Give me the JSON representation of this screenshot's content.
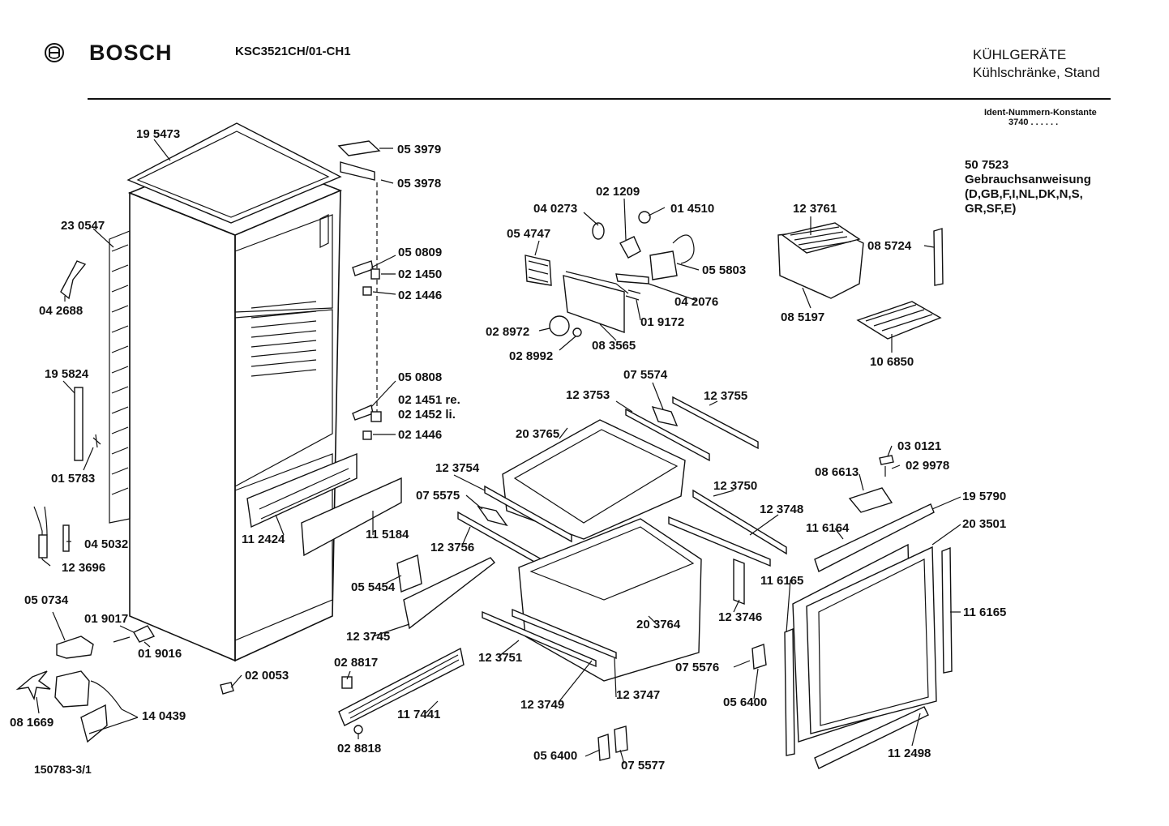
{
  "header": {
    "brand": "BOSCH",
    "model": "KSC3521CH/01-CH1",
    "category_line1": "KÜHLGERÄTE",
    "category_line2": "Kühlschränke, Stand",
    "ident_label": "Ident-Nummern-Konstante",
    "ident_value": "3740  . .  . . . ."
  },
  "manual": {
    "number": "50 7523",
    "title": "Gebrauchsanweisung",
    "languages_line1": "(D,GB,F,I,NL,DK,N,S,",
    "languages_line2": "GR,SF,E)"
  },
  "footer": {
    "drawing_number": "150783-3/1"
  },
  "parts": [
    {
      "id": "p195473",
      "label": "19 5473"
    },
    {
      "id": "p230547",
      "label": "23 0547"
    },
    {
      "id": "p042688",
      "label": "04 2688"
    },
    {
      "id": "p195824",
      "label": "19 5824"
    },
    {
      "id": "p015783",
      "label": "01 5783"
    },
    {
      "id": "p045032",
      "label": "04 5032"
    },
    {
      "id": "p123696",
      "label": "12 3696"
    },
    {
      "id": "p050734",
      "label": "05 0734"
    },
    {
      "id": "p019017",
      "label": "01 9017"
    },
    {
      "id": "p019016",
      "label": "01 9016"
    },
    {
      "id": "p081669",
      "label": "08 1669"
    },
    {
      "id": "p140439",
      "label": "14 0439"
    },
    {
      "id": "p020053",
      "label": "02 0053"
    },
    {
      "id": "p112424",
      "label": "11 2424"
    },
    {
      "id": "p115184",
      "label": "11 5184"
    },
    {
      "id": "p053979",
      "label": "05 3979"
    },
    {
      "id": "p053978",
      "label": "05 3978"
    },
    {
      "id": "p050809",
      "label": "05 0809"
    },
    {
      "id": "p021450",
      "label": "02 1450"
    },
    {
      "id": "p021446a",
      "label": "02 1446"
    },
    {
      "id": "p050808",
      "label": "05 0808"
    },
    {
      "id": "p021451",
      "label": "02 1451 re."
    },
    {
      "id": "p021452",
      "label": "02 1452 li."
    },
    {
      "id": "p021446b",
      "label": "02 1446"
    },
    {
      "id": "p040273",
      "label": "04 0273"
    },
    {
      "id": "p021209",
      "label": "02 1209"
    },
    {
      "id": "p014510",
      "label": "01 4510"
    },
    {
      "id": "p054747",
      "label": "05 4747"
    },
    {
      "id": "p055803",
      "label": "05 5803"
    },
    {
      "id": "p042076",
      "label": "04 2076"
    },
    {
      "id": "p019172",
      "label": "01 9172"
    },
    {
      "id": "p028972",
      "label": "02 8972"
    },
    {
      "id": "p028992",
      "label": "02 8992"
    },
    {
      "id": "p083565",
      "label": "08 3565"
    },
    {
      "id": "p123761",
      "label": "12 3761"
    },
    {
      "id": "p085724",
      "label": "08 5724"
    },
    {
      "id": "p085197",
      "label": "08 5197"
    },
    {
      "id": "p106850",
      "label": "10 6850"
    },
    {
      "id": "p075574",
      "label": "07 5574"
    },
    {
      "id": "p123753",
      "label": "12 3753"
    },
    {
      "id": "p123755",
      "label": "12 3755"
    },
    {
      "id": "p203765",
      "label": "20 3765"
    },
    {
      "id": "p123754",
      "label": "12 3754"
    },
    {
      "id": "p075575",
      "label": "07 5575"
    },
    {
      "id": "p123756",
      "label": "12 3756"
    },
    {
      "id": "p055454",
      "label": "05 5454"
    },
    {
      "id": "p123745",
      "label": "12 3745"
    },
    {
      "id": "p123750",
      "label": "12 3750"
    },
    {
      "id": "p123748",
      "label": "12 3748"
    },
    {
      "id": "p123746",
      "label": "12 3746"
    },
    {
      "id": "p203764",
      "label": "20 3764"
    },
    {
      "id": "p123751",
      "label": "12 3751"
    },
    {
      "id": "p123749",
      "label": "12 3749"
    },
    {
      "id": "p123747",
      "label": "12 3747"
    },
    {
      "id": "p028817",
      "label": "02 8817"
    },
    {
      "id": "p117441",
      "label": "11 7441"
    },
    {
      "id": "p028818",
      "label": "02 8818"
    },
    {
      "id": "p056400a",
      "label": "05 6400"
    },
    {
      "id": "p075577",
      "label": "07 5577"
    },
    {
      "id": "p030121",
      "label": "03 0121"
    },
    {
      "id": "p029978",
      "label": "02 9978"
    },
    {
      "id": "p086613",
      "label": "08 6613"
    },
    {
      "id": "p195790",
      "label": "19 5790"
    },
    {
      "id": "p116164",
      "label": "11 6164"
    },
    {
      "id": "p203501",
      "label": "20 3501"
    },
    {
      "id": "p116165a",
      "label": "11 6165"
    },
    {
      "id": "p116165b",
      "label": "11 6165"
    },
    {
      "id": "p075576",
      "label": "07 5576"
    },
    {
      "id": "p056400b",
      "label": "05 6400"
    },
    {
      "id": "p112498",
      "label": "11 2498"
    }
  ]
}
